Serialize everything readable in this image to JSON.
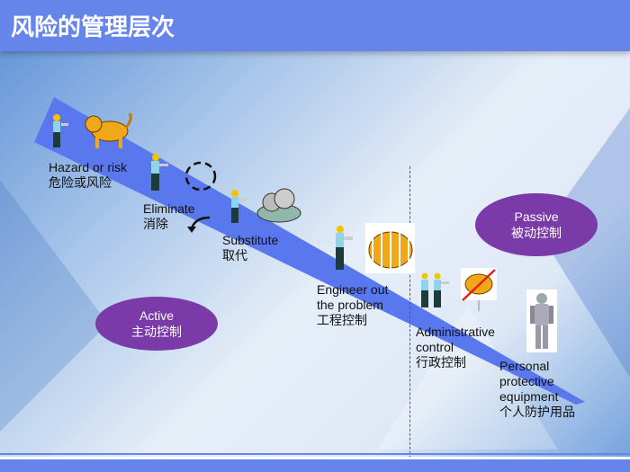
{
  "title": "风险的管理层次",
  "levels": [
    {
      "en": "Hazard or risk",
      "zh": "危险或风险"
    },
    {
      "en": "Eliminate",
      "zh": "消除"
    },
    {
      "en": "Substitute",
      "zh": "取代"
    },
    {
      "en_1": "Engineer out",
      "en_2": "the problem",
      "zh": "工程控制"
    },
    {
      "en_1": "Administrative",
      "en_2": "control",
      "zh": "行政控制"
    },
    {
      "en_1": "Personal",
      "en_2": "protective",
      "en_3": "equipment",
      "zh": "个人防护用品"
    }
  ],
  "active": {
    "en": "Active",
    "zh": "主动控制"
  },
  "passive": {
    "en": "Passive",
    "zh": "被动控制"
  },
  "colors": {
    "band": "#5a78ee",
    "header": "#6585ea",
    "ellipse": "#7a3aa8"
  }
}
